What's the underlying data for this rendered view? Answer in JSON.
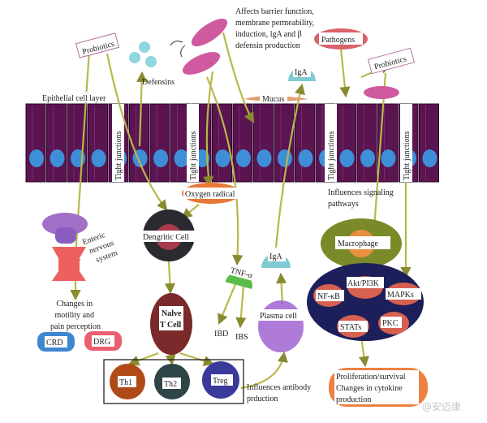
{
  "title_note": [
    "Affects barrier function,",
    "membrane permeability,",
    "induction, lgA and β",
    "defensin production"
  ],
  "labels": {
    "probiotics_left": "Probiotics",
    "probiotics_right": "Probiotics",
    "pathogens": "Pathogens",
    "defensins": "Defensins",
    "iga_top": "IgA",
    "iga_mid": "IgA",
    "mucus": "Mucus",
    "epithelial": "Epithelial cell layer",
    "tight_junctions": "Tight junctions",
    "signaling": [
      "Influences signaling",
      "pathways"
    ],
    "oxygen_radical": "Oxygen radical",
    "enteric": [
      "Enteric",
      "nervous",
      "system"
    ],
    "motility": [
      "Changes in",
      "motility and",
      "pain perception"
    ],
    "crd": "CRD",
    "drg": "DRG",
    "dendritic": "Dengritic Cell",
    "naive": [
      "Nalve",
      "T Cell"
    ],
    "tnf": "TNF-α",
    "ibd": "IBD",
    "ibs": "IBS",
    "plasma": "Plasma cell",
    "macrophage": "Macrophage",
    "nfkb": "NF-κB",
    "akt": "Akt/PI3K",
    "mapks": "MAPKs",
    "stats": "STATs",
    "pkc": "PKC",
    "th1": "Th1",
    "th2": "Th2",
    "treg": "Treg",
    "antibody": [
      "Influences antibody",
      "prduction"
    ],
    "outcome": [
      "Proliferation/survival",
      "Changes in cytokine",
      "production"
    ],
    "watermark": "@安迈康"
  },
  "colors": {
    "epithelium": "#5a1450",
    "nucleus": "#3f8fd8",
    "arrow": "#b8b84a",
    "bacteria": "#d05aa0",
    "signaling_oval": "#1c1f5a",
    "outcome": "#ee8040"
  }
}
